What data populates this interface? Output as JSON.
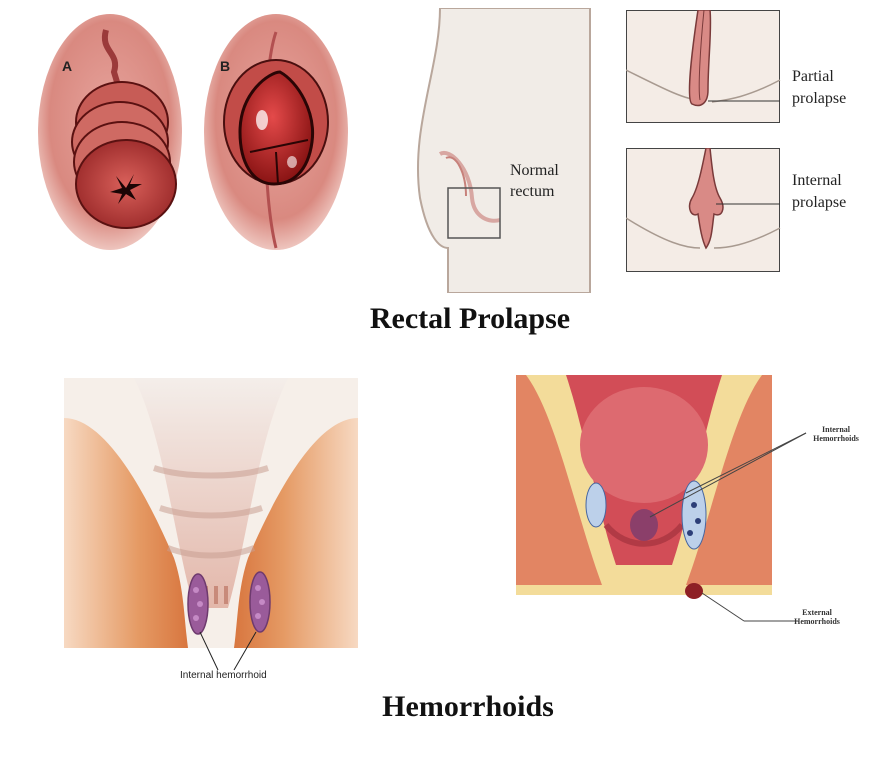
{
  "rectal_prolapse": {
    "title": "Rectal Prolapse",
    "label_a": "A",
    "label_b": "B",
    "normal_rectum": [
      "Normal",
      "rectum"
    ],
    "partial_prolapse": [
      "Partial",
      "prolapse"
    ],
    "internal_prolapse": [
      "Internal",
      "prolapse"
    ]
  },
  "hemorrhoids": {
    "title": "Hemorrhoids",
    "internal_hemorrhoid_label": "Internal hemorrhoid",
    "right_internal": [
      "Internal",
      "Hemorrhoids"
    ],
    "right_external": [
      "External",
      "Hemorrhoids"
    ]
  },
  "colors": {
    "tissue_dark": "#9b2a2a",
    "tissue_light": "#e9a9a2",
    "skin": "#f3e6e3",
    "muscle": "#e69a62",
    "vessel_purple": "#9a5b9a"
  }
}
